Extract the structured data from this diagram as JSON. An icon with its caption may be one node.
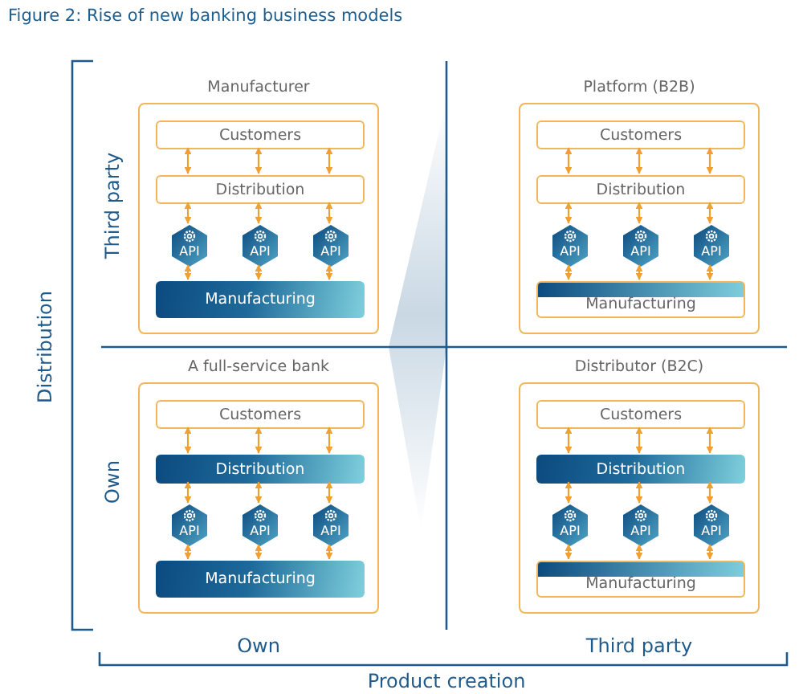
{
  "diagram": {
    "title": "Figure 2: Rise of new banking business models",
    "nodes": [
      {
        "text": [
          "Manufacturer"
        ]
      },
      {
        "text": [
          "Customers"
        ],
        "in": 0
      },
      {
        "text": [
          "Distribution"
        ],
        "in": 0
      },
      {
        "text": [
          "API"
        ],
        "in": 0
      },
      {
        "text": [
          "API"
        ],
        "in": 0
      },
      {
        "text": [
          "API"
        ],
        "in": 0
      },
      {
        "text": [
          "Manufacturing"
        ],
        "in": 0
      },
      {
        "text": [
          "Platform (B2B)"
        ]
      },
      {
        "text": [
          "Customers"
        ],
        "in": 7
      },
      {
        "text": [
          "Distribution"
        ],
        "in": 7
      },
      {
        "text": [
          "API"
        ],
        "in": 7
      },
      {
        "text": [
          "API"
        ],
        "in": 7
      },
      {
        "text": [
          "API"
        ],
        "in": 7
      },
      {
        "text": [
          "Manufacturing"
        ],
        "in": 7
      },
      {
        "text": [
          "A full-service bank"
        ]
      },
      {
        "text": [
          "Customers"
        ],
        "in": 14
      },
      {
        "text": [
          "Distribution"
        ],
        "in": 14
      },
      {
        "text": [
          "API"
        ],
        "in": 14
      },
      {
        "text": [
          "API"
        ],
        "in": 14
      },
      {
        "text": [
          "API"
        ],
        "in": 14
      },
      {
        "text": [
          "Manufacturing"
        ],
        "in": 14
      },
      {
        "text": [
          "Distributor (B2C)"
        ]
      },
      {
        "text": [
          "Customers"
        ],
        "in": 21
      },
      {
        "text": [
          "Distribution"
        ],
        "in": 21
      },
      {
        "text": [
          "API"
        ],
        "in": 21
      },
      {
        "text": [
          "API"
        ],
        "in": 21
      },
      {
        "text": [
          "API"
        ],
        "in": 21
      },
      {
        "text": [
          "Manufacturing"
        ],
        "in": 21
      }
    ],
    "edges": [
      {
        "from": 1,
        "to": 2,
        "arrow": "both"
      },
      {
        "from": 1,
        "to": 2,
        "arrow": "both"
      },
      {
        "from": 1,
        "to": 2,
        "arrow": "both"
      },
      {
        "from": 2,
        "to": 3,
        "arrow": "both"
      },
      {
        "from": 2,
        "to": 4,
        "arrow": "both"
      },
      {
        "from": 2,
        "to": 5,
        "arrow": "both"
      },
      {
        "from": 3,
        "to": 6,
        "arrow": "both"
      },
      {
        "from": 4,
        "to": 6,
        "arrow": "both"
      },
      {
        "from": 5,
        "to": 6,
        "arrow": "both"
      },
      {
        "from": 8,
        "to": 9,
        "arrow": "both"
      },
      {
        "from": 8,
        "to": 9,
        "arrow": "both"
      },
      {
        "from": 8,
        "to": 9,
        "arrow": "both"
      },
      {
        "from": 9,
        "to": 10,
        "arrow": "both"
      },
      {
        "from": 9,
        "to": 11,
        "arrow": "both"
      },
      {
        "from": 9,
        "to": 12,
        "arrow": "both"
      },
      {
        "from": 10,
        "to": 13,
        "arrow": "both"
      },
      {
        "from": 11,
        "to": 13,
        "arrow": "both"
      },
      {
        "from": 12,
        "to": 13,
        "arrow": "both"
      },
      {
        "from": 15,
        "to": 16,
        "arrow": "both"
      },
      {
        "from": 15,
        "to": 16,
        "arrow": "both"
      },
      {
        "from": 15,
        "to": 16,
        "arrow": "both"
      },
      {
        "from": 16,
        "to": 17,
        "arrow": "both"
      },
      {
        "from": 16,
        "to": 18,
        "arrow": "both"
      },
      {
        "from": 16,
        "to": 19,
        "arrow": "both"
      },
      {
        "from": 17,
        "to": 20,
        "arrow": "both"
      },
      {
        "from": 18,
        "to": 20,
        "arrow": "both"
      },
      {
        "from": 19,
        "to": 20,
        "arrow": "both"
      },
      {
        "from": 22,
        "to": 23,
        "arrow": "both"
      },
      {
        "from": 22,
        "to": 23,
        "arrow": "both"
      },
      {
        "from": 22,
        "to": 23,
        "arrow": "both"
      },
      {
        "from": 23,
        "to": 24,
        "arrow": "both"
      },
      {
        "from": 23,
        "to": 25,
        "arrow": "both"
      },
      {
        "from": 23,
        "to": 26,
        "arrow": "both"
      },
      {
        "from": 24,
        "to": 27,
        "arrow": "both"
      },
      {
        "from": 25,
        "to": 27,
        "arrow": "both"
      },
      {
        "from": 26,
        "to": 27,
        "arrow": "both"
      }
    ],
    "labels": [
      "Distribution",
      "Third party",
      "Own",
      "Own",
      "Third party",
      "Product creation"
    ]
  }
}
